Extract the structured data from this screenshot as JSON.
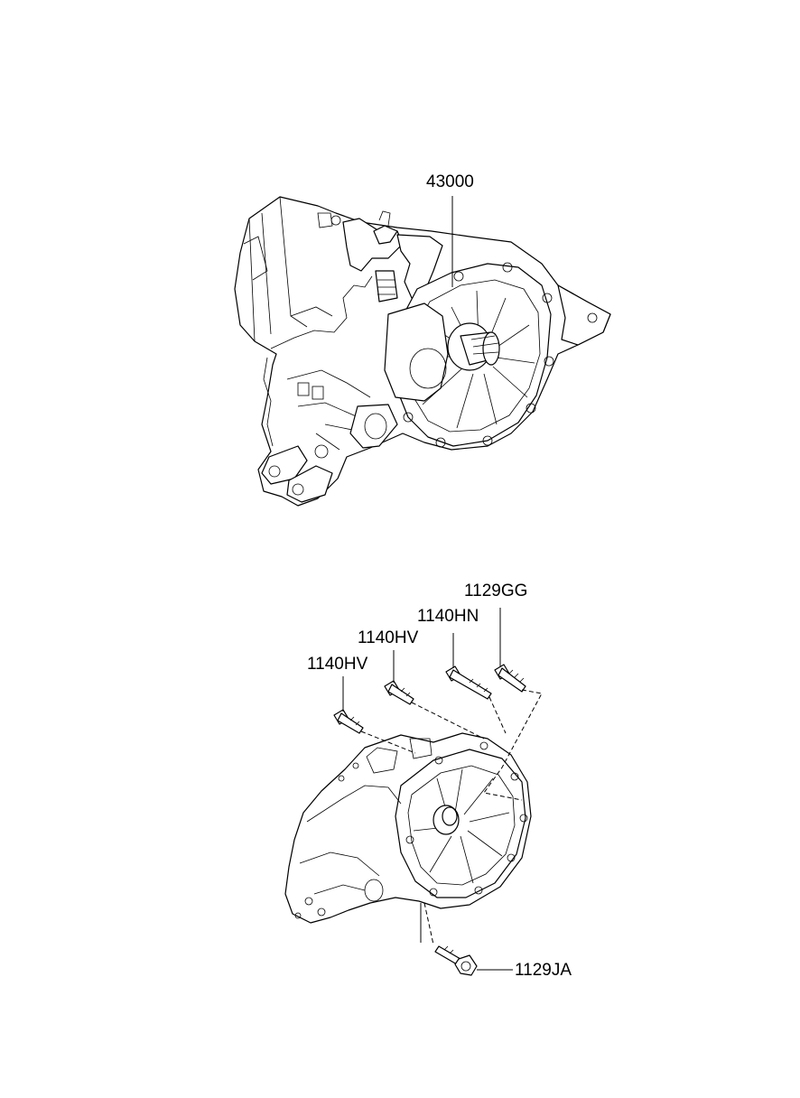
{
  "parts": {
    "transaxle": "43000",
    "bolt_top": "1129GG",
    "bolt_second": "1140HN",
    "bolt_third": "1140HV",
    "bolt_fourth": "1140HV",
    "bolt_bottom": "1129JA"
  }
}
